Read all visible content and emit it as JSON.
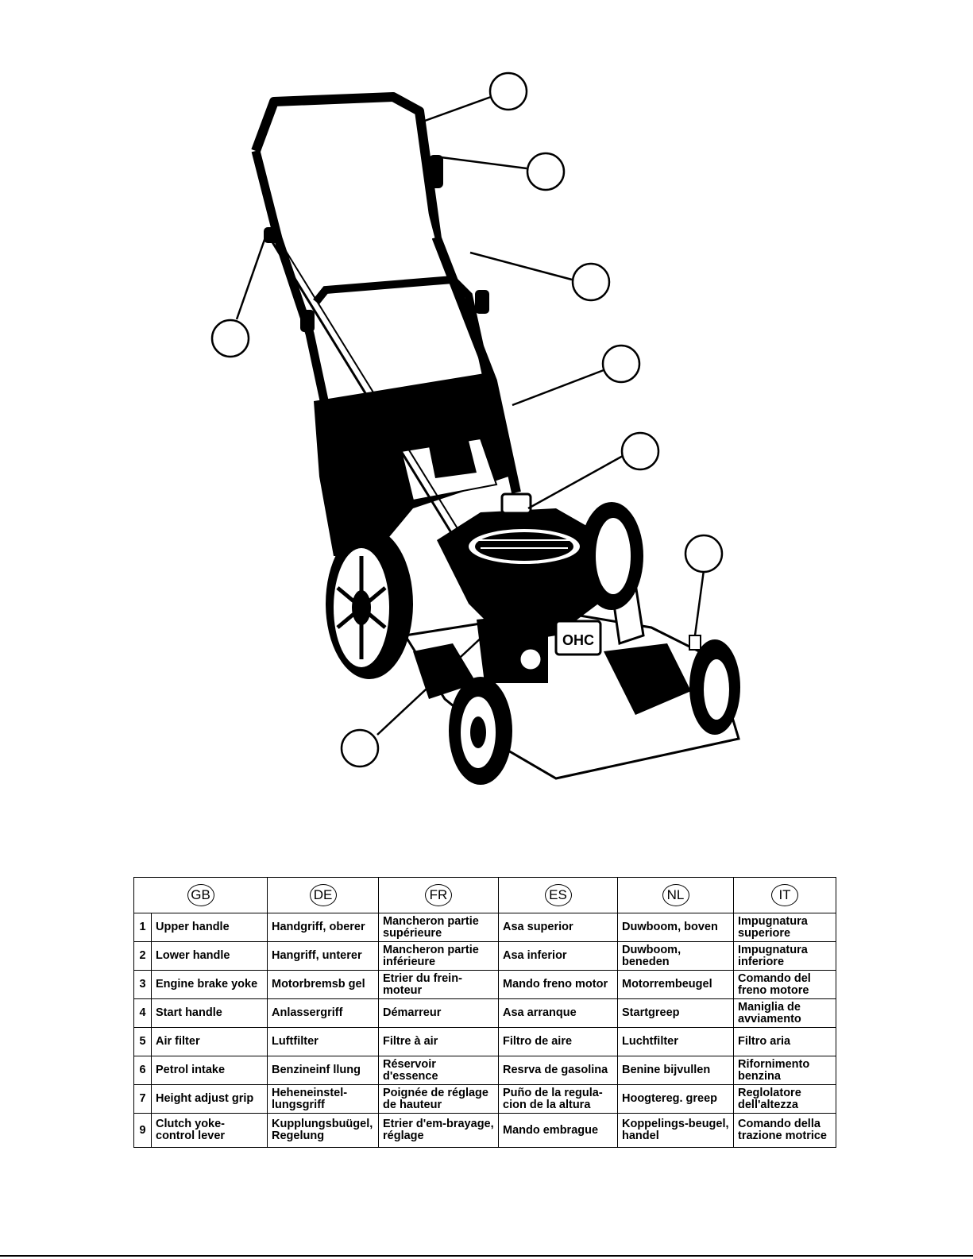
{
  "callout_count": 8,
  "languages": [
    "GB",
    "DE",
    "FR",
    "ES",
    "NL",
    "IT"
  ],
  "parts": [
    {
      "num": "1",
      "GB": "Upper handle",
      "DE": "Handgriff, oberer",
      "FR": "Mancheron partie supérieure",
      "ES": "Asa superior",
      "NL": "Duwboom, boven",
      "IT": "Impugnatura superiore"
    },
    {
      "num": "2",
      "GB": "Lower handle",
      "DE": "Hangriff, unterer",
      "FR": "Mancheron partie inférieure",
      "ES": "Asa inferior",
      "NL": "Duwboom, beneden",
      "IT": "Impugnatura inferiore"
    },
    {
      "num": "3",
      "GB": "Engine brake yoke",
      "DE": "Motorbremsb gel",
      "FR": "Etrier du frein-moteur",
      "ES": "Mando freno motor",
      "NL": "Motorrembeugel",
      "IT": "Comando del freno motore"
    },
    {
      "num": "4",
      "GB": "Start handle",
      "DE": "Anlassergriff",
      "FR": "Démarreur",
      "ES": "Asa arranque",
      "NL": "Startgreep",
      "IT": "Maniglia de avviamento"
    },
    {
      "num": "5",
      "GB": "Air filter",
      "DE": "Luftfilter",
      "FR": "Filtre à air",
      "ES": "Filtro de aire",
      "NL": "Luchtfilter",
      "IT": "Filtro aria"
    },
    {
      "num": "6",
      "GB": "Petrol intake",
      "DE": "Benzineinf llung",
      "FR": "Réservoir d'essence",
      "ES": "Resrva de gasolina",
      "NL": "Benine bijvullen",
      "IT": "Rifornimento benzina"
    },
    {
      "num": "7",
      "GB": "Height adjust grip",
      "DE": "Heheneinstel-lungsgriff",
      "FR": "Poignée de réglage de hauteur",
      "ES": "Puño de la regula-cion de la altura",
      "NL": "Hoogtereg. greep",
      "IT": "Reglolatore dell'altezza"
    },
    {
      "num": "9",
      "GB": "Clutch yoke-control lever",
      "DE": "Kupplungsbuügel, Regelung",
      "FR": "Etrier d'em-brayage, réglage",
      "ES": "Mando embrague",
      "NL": "Koppelings-beugel, handel",
      "IT": "Comando della trazione motrice"
    }
  ]
}
